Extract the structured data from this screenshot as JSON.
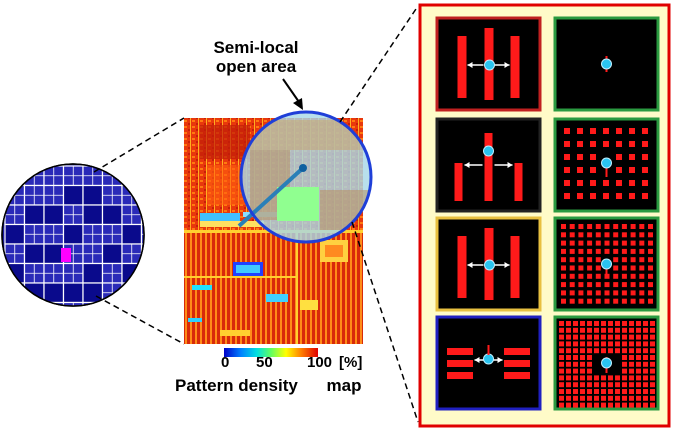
{
  "annotation": {
    "line1": "Semi-local",
    "line2": "open area"
  },
  "colorbar": {
    "ticks": [
      "0",
      "50",
      "100"
    ],
    "unit": "[%]",
    "colors": [
      "#0000c8",
      "#0080ff",
      "#00e0e0",
      "#60ff60",
      "#ffff00",
      "#ff8000",
      "#e00000"
    ]
  },
  "caption": {
    "left": "Pattern density",
    "right": "map"
  },
  "colors": {
    "wafer_die": "#0a0a8c",
    "wafer_highlight": "#ff00ff",
    "map_base": "#e8380c",
    "zoom_circle": "#1f3fd8",
    "panel_border": "#e00000",
    "panel_background": "#fffbc8",
    "probe": "#29c4f0",
    "pattern": "#ff1a1a",
    "frame_red": "#c02020",
    "frame_green": "#2a9a40",
    "frame_yellow": "#e8c040",
    "frame_blue": "#2020c0"
  },
  "tiles": [
    {
      "pattern": "three-lines-arrows",
      "frame": "red"
    },
    {
      "pattern": "center-line",
      "frame": "green"
    },
    {
      "pattern": "offset-lines-arrows",
      "frame": "black"
    },
    {
      "pattern": "sparse-squares",
      "frame": "green"
    },
    {
      "pattern": "three-lines-arrows",
      "frame": "yellow"
    },
    {
      "pattern": "dense-squares",
      "frame": "green"
    },
    {
      "pattern": "horizontal-bars-arrows",
      "frame": "blue"
    },
    {
      "pattern": "dense-grid-hole",
      "frame": "green"
    }
  ]
}
